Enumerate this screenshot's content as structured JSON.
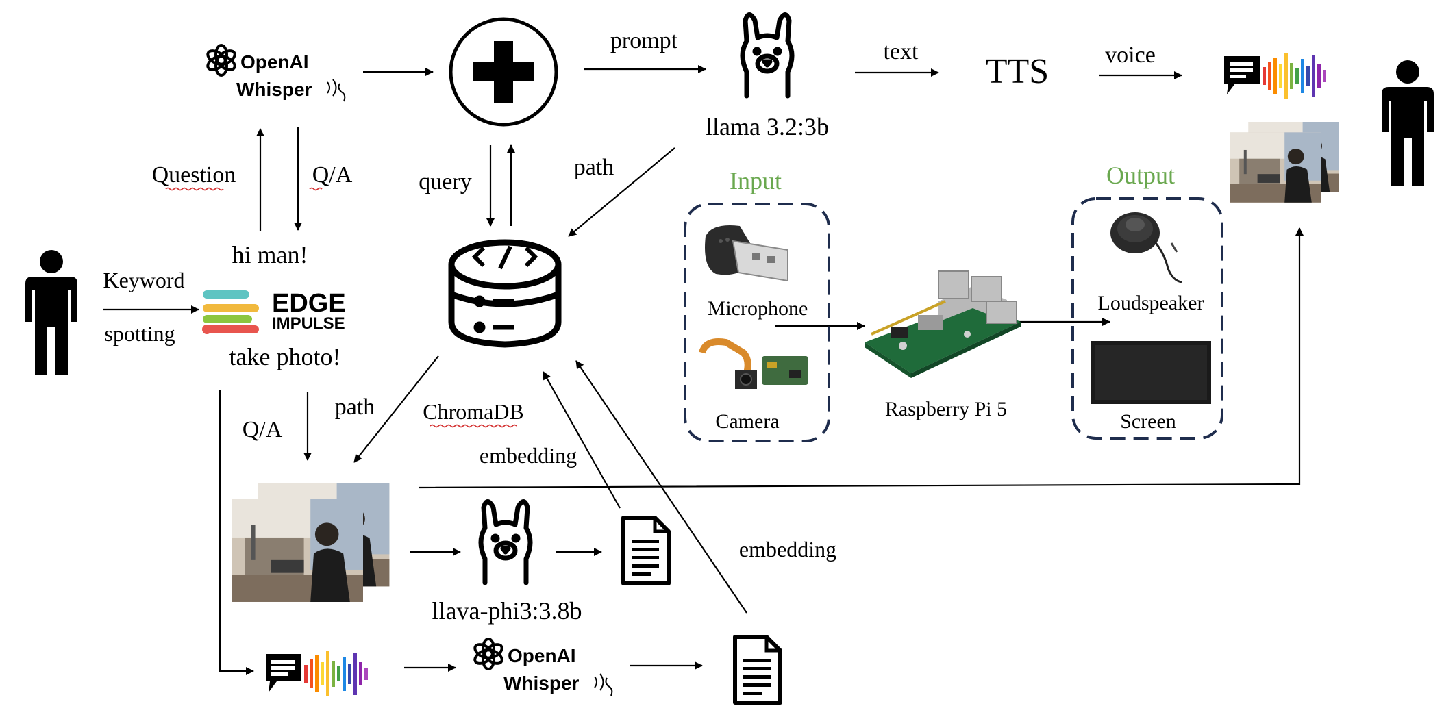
{
  "colors": {
    "io_green": "#6aa84f",
    "dashed_navy": "#1f2d4d",
    "edge_teal": "#5ec4c2",
    "edge_yellow": "#f1b93d",
    "edge_green": "#8cc63f",
    "edge_red": "#e8554e",
    "spellcheck_red": "#d32f2f"
  },
  "icons": {
    "person": "person-icon",
    "openai": "openai-logo-icon",
    "plus": "plus-circle-icon",
    "llama": "llama-icon",
    "database": "database-code-icon",
    "document": "document-icon",
    "voice": "voice-waveform-icon",
    "microphone": "usb-microphone-icon",
    "camera": "camera-module-icon",
    "raspberry_pi": "raspberry-pi-board-icon",
    "speaker": "loudspeaker-icon",
    "screen": "screen-icon",
    "photo": "photo-icon"
  },
  "labels": {
    "prompt": "prompt",
    "text": "text",
    "tts": "TTS",
    "voice": "voice",
    "llama_model": "llama 3.2:3b",
    "question": "Question",
    "qa": "Q/A",
    "query": "query",
    "path": "path",
    "hi_man": "hi  man!",
    "keyword": "Keyword",
    "spotting": "spotting",
    "take_photo": "take  photo!",
    "chromadb": "ChromaDB",
    "embedding": "embedding",
    "llava_model": "llava-phi3:3.8b",
    "input": "Input",
    "output": "Output",
    "microphone": "Microphone",
    "camera": "Camera",
    "raspberry_pi": "Raspberry Pi 5",
    "loudspeaker": "Loudspeaker",
    "screen": "Screen"
  },
  "logos": {
    "openai": "OpenAI",
    "whisper": "Whisper",
    "edge": "EDGE",
    "impulse": "IMPULSE"
  }
}
